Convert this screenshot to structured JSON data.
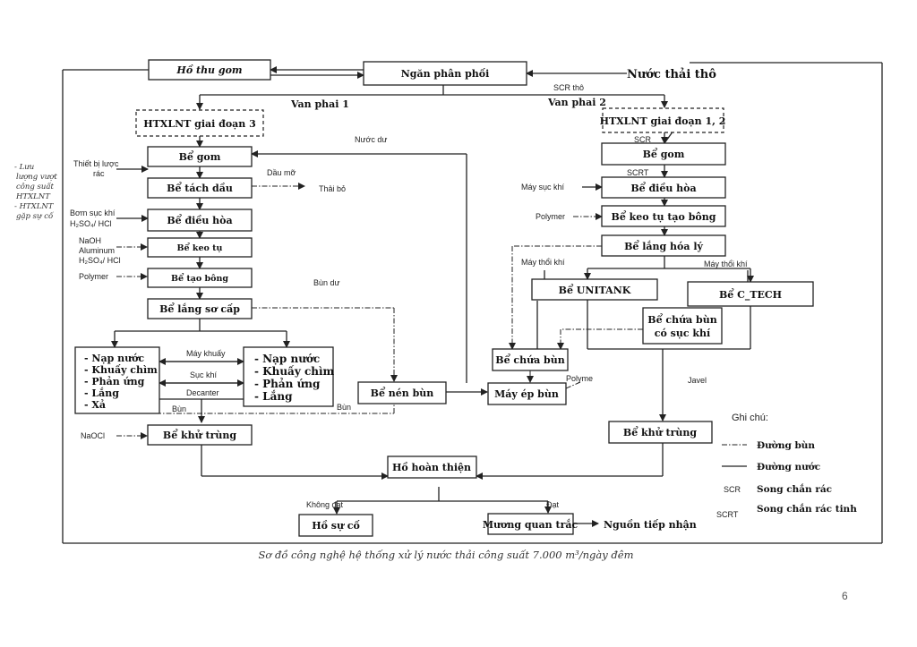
{
  "title_inlet": "Nước thải thô",
  "boxes": {
    "ho_thu_gom": "Hồ thu gom",
    "ngan_phan_phoi": "Ngăn phân phối",
    "gd3": "HTXLNT giai đoạn 3",
    "gd12": "HTXLNT giai đoạn 1, 2",
    "be_gom_l": "Bể gom",
    "be_tach_dau": "Bể tách dầu",
    "be_dieu_hoa_l": "Bể điều hòa",
    "be_keo_tu": "Bể keo tụ",
    "be_tao_bong": "Bể tạo bông",
    "be_lang_so_cap": "Bể lắng sơ cấp",
    "sbr_left": [
      "- Nạp nước",
      "- Khuấy chìm",
      "- Phản ứng",
      "- Lắng",
      "- Xả"
    ],
    "sbr_right": [
      "- Nạp nước",
      "- Khuấy chìm",
      "- Phản ứng",
      "- Lắng"
    ],
    "be_nen_bun": "Bể nén bùn",
    "may_ep_bun": "Máy ép bùn",
    "be_khu_trung_l": "Bể khử trùng",
    "ho_hoan_thien": "Hồ hoàn thiện",
    "ho_su_co": "Hồ sự cố",
    "muong_quan_trac": "Mương quan trắc",
    "nguon_tiep_nhan": "Nguồn tiếp nhận",
    "be_gom_r": "Bể gom",
    "be_dieu_hoa_r": "Bể điều hòa",
    "be_keo_tu_tao_bong": "Bể keo tụ tạo bông",
    "be_lang_hoa_ly": "Bể lắng hóa lý",
    "be_unitank": "Bể UNITANK",
    "be_ctech": "Bể C_TECH",
    "be_chua_bun_l": "Bể chứa bùn",
    "be_chua_bun_r": [
      "Bể chứa bùn",
      "có sục khí"
    ],
    "be_khu_trung_r": "Bể khử trùng"
  },
  "labels": {
    "scr_tho": "SCR thô",
    "van_phai_1": "Van phai 1",
    "van_phai_2": "Van phai 2",
    "nuoc_du": "Nước dư",
    "thiet_bi_luoc_rac": [
      "Thiết bị lược",
      "rác"
    ],
    "dau_mo": "Dầu mỡ",
    "thai_bo": "Thải bỏ",
    "bom_suc_khi": [
      "Bơm sục khí",
      "H₂SO₄/ HCl"
    ],
    "naoh": [
      "NaOH",
      "Aluminum",
      "H₂SO₄/ HCl"
    ],
    "polymer_l": "Polymer",
    "bun_du": "Bùn dư",
    "may_khuay": "Máy khuấy",
    "suc_khi": "Sục khí",
    "decanter": "Decanter",
    "bun_1": "Bùn",
    "bun_2": "Bùn",
    "naocl": "NaOCl",
    "khong_dat": "Không đạt",
    "dat": "Đạt",
    "scr_r": "SCR",
    "scrt_r": "SCRT",
    "may_suc_khi_r": "Máy sục khí",
    "polymer_r": "Polymer",
    "may_thoi_khi_l": "Máy thổi khí",
    "may_thoi_khi_r": "Máy thổi khí",
    "polyme": "Polyme",
    "javel": "Javel",
    "side_note": [
      "- Lưu",
      "lượng vượt",
      "công suất",
      "HTXLNT",
      "- HTXLNT",
      "gặp sự cố"
    ]
  },
  "legend": {
    "title": "Ghi chú:",
    "items": [
      {
        "key": "",
        "label": "Đường bùn"
      },
      {
        "key": "",
        "label": "Đường nước"
      },
      {
        "key": "SCR",
        "label": "Song chắn rác"
      },
      {
        "key": "SCRT",
        "label": "Song chắn rác tinh"
      }
    ]
  },
  "caption": "Sơ đồ công nghệ hệ thống xử lý nước thải công suất 7.000 m³/ngày đêm",
  "page_number": "6"
}
